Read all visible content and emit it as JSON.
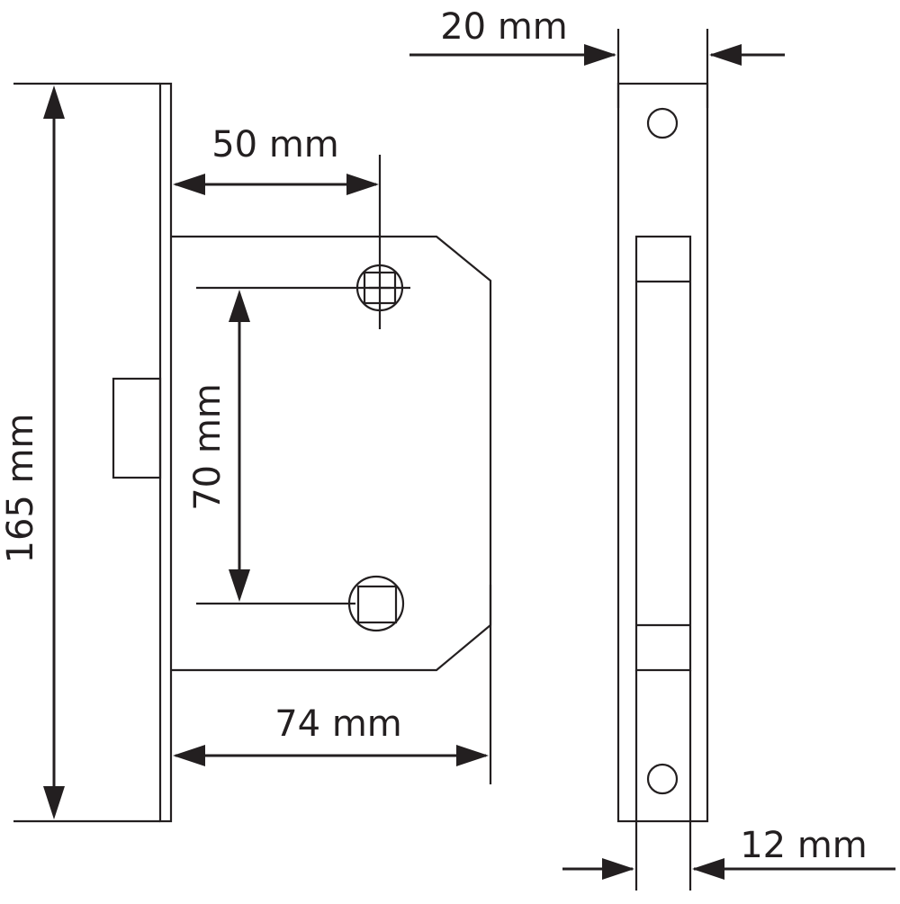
{
  "dimensions": {
    "height_165": "165 mm",
    "backset_50": "50 mm",
    "centers_70": "70 mm",
    "depth_74": "74 mm",
    "faceplate_20": "20 mm",
    "case_12": "12 mm"
  },
  "colors": {
    "line": "#231f20",
    "background": "#ffffff"
  }
}
